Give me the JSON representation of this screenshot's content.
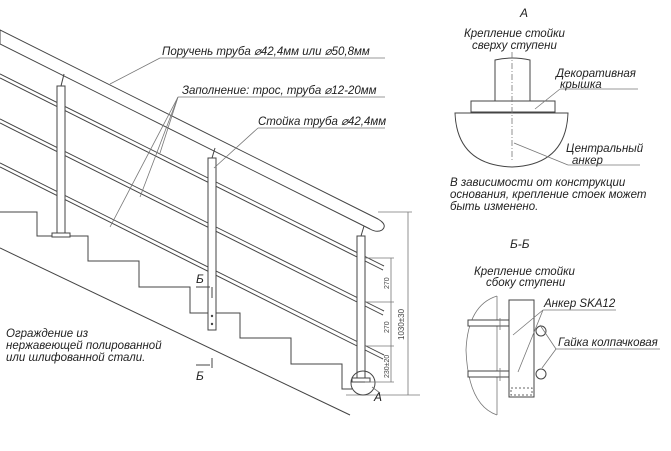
{
  "main_view": {
    "handrail_label": "Поручень труба ⌀42,4мм или ⌀50,8мм",
    "infill_label": "Заполнение: трос, труба ⌀12-20мм",
    "post_label": "Стойка труба ⌀42,4мм",
    "note": [
      "Ограждение из",
      "нержавеющей полированной",
      "или шлифованной стали."
    ],
    "section_mark": "Б",
    "detail_mark": "А",
    "dim_total": "1030±30",
    "dim_spacing_1": "270",
    "dim_spacing_2": "270",
    "dim_bottom": "230±20"
  },
  "detail_a": {
    "title": "А",
    "caption": [
      "Крепление стойки",
      "сверху ступени"
    ],
    "cap_label": [
      "Декоративная",
      "крышка"
    ],
    "anchor_label": [
      "Центральный",
      "анкер"
    ],
    "note": [
      "В зависимости от конструкции",
      "основания, крепление стоек может",
      "быть изменено."
    ]
  },
  "section_bb": {
    "title": "Б-Б",
    "caption": [
      "Крепление стойки",
      "сбоку ступени"
    ],
    "anchor_label": "Анкер SKA12",
    "nut_label": "Гайка колпачковая"
  }
}
